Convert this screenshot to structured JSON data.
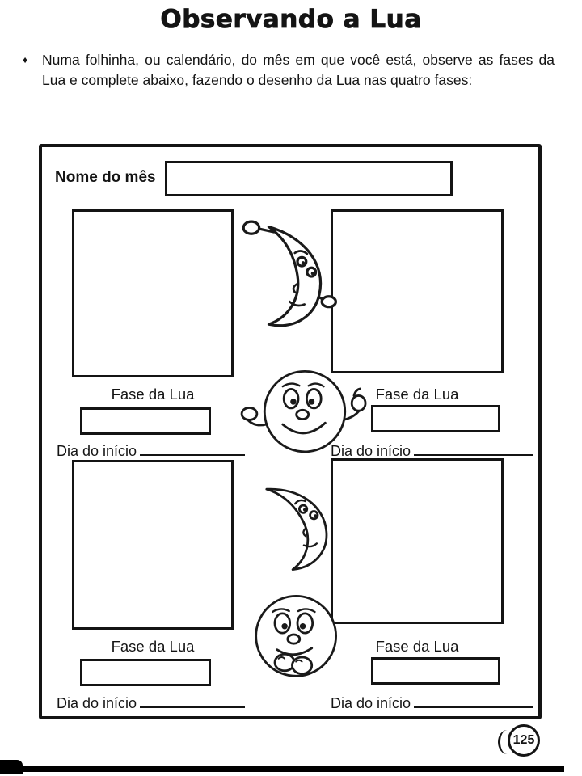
{
  "title": "Observando a Lua",
  "instruction": {
    "bullet": "♦",
    "text": "Numa folhinha, ou calendário, do mês em que você está, observe as fases da  Lua e complete abaixo, fazendo o desenho da Lua nas quatro fases:"
  },
  "form": {
    "month_label": "Nome do mês",
    "month_value": ""
  },
  "quadrants": [
    {
      "phase_label": "Fase da Lua",
      "phase_value": "",
      "day_label": "Dia do início",
      "day_value": ""
    },
    {
      "phase_label": "Fase da Lua",
      "phase_value": "",
      "day_label": "Dia do início",
      "day_value": ""
    },
    {
      "phase_label": "Fase da Lua",
      "phase_value": "",
      "day_label": "Dia do início",
      "day_value": ""
    },
    {
      "phase_label": "Fase da Lua",
      "phase_value": "",
      "day_label": "Dia do início",
      "day_value": ""
    }
  ],
  "illustrations": [
    {
      "name": "waving-crescent-moon"
    },
    {
      "name": "smiling-full-moon-thumbs-up"
    },
    {
      "name": "smiling-crescent-moon"
    },
    {
      "name": "giggling-full-moon"
    }
  ],
  "page_number": "125",
  "colors": {
    "ink": "#141414",
    "paper": "#ffffff"
  }
}
